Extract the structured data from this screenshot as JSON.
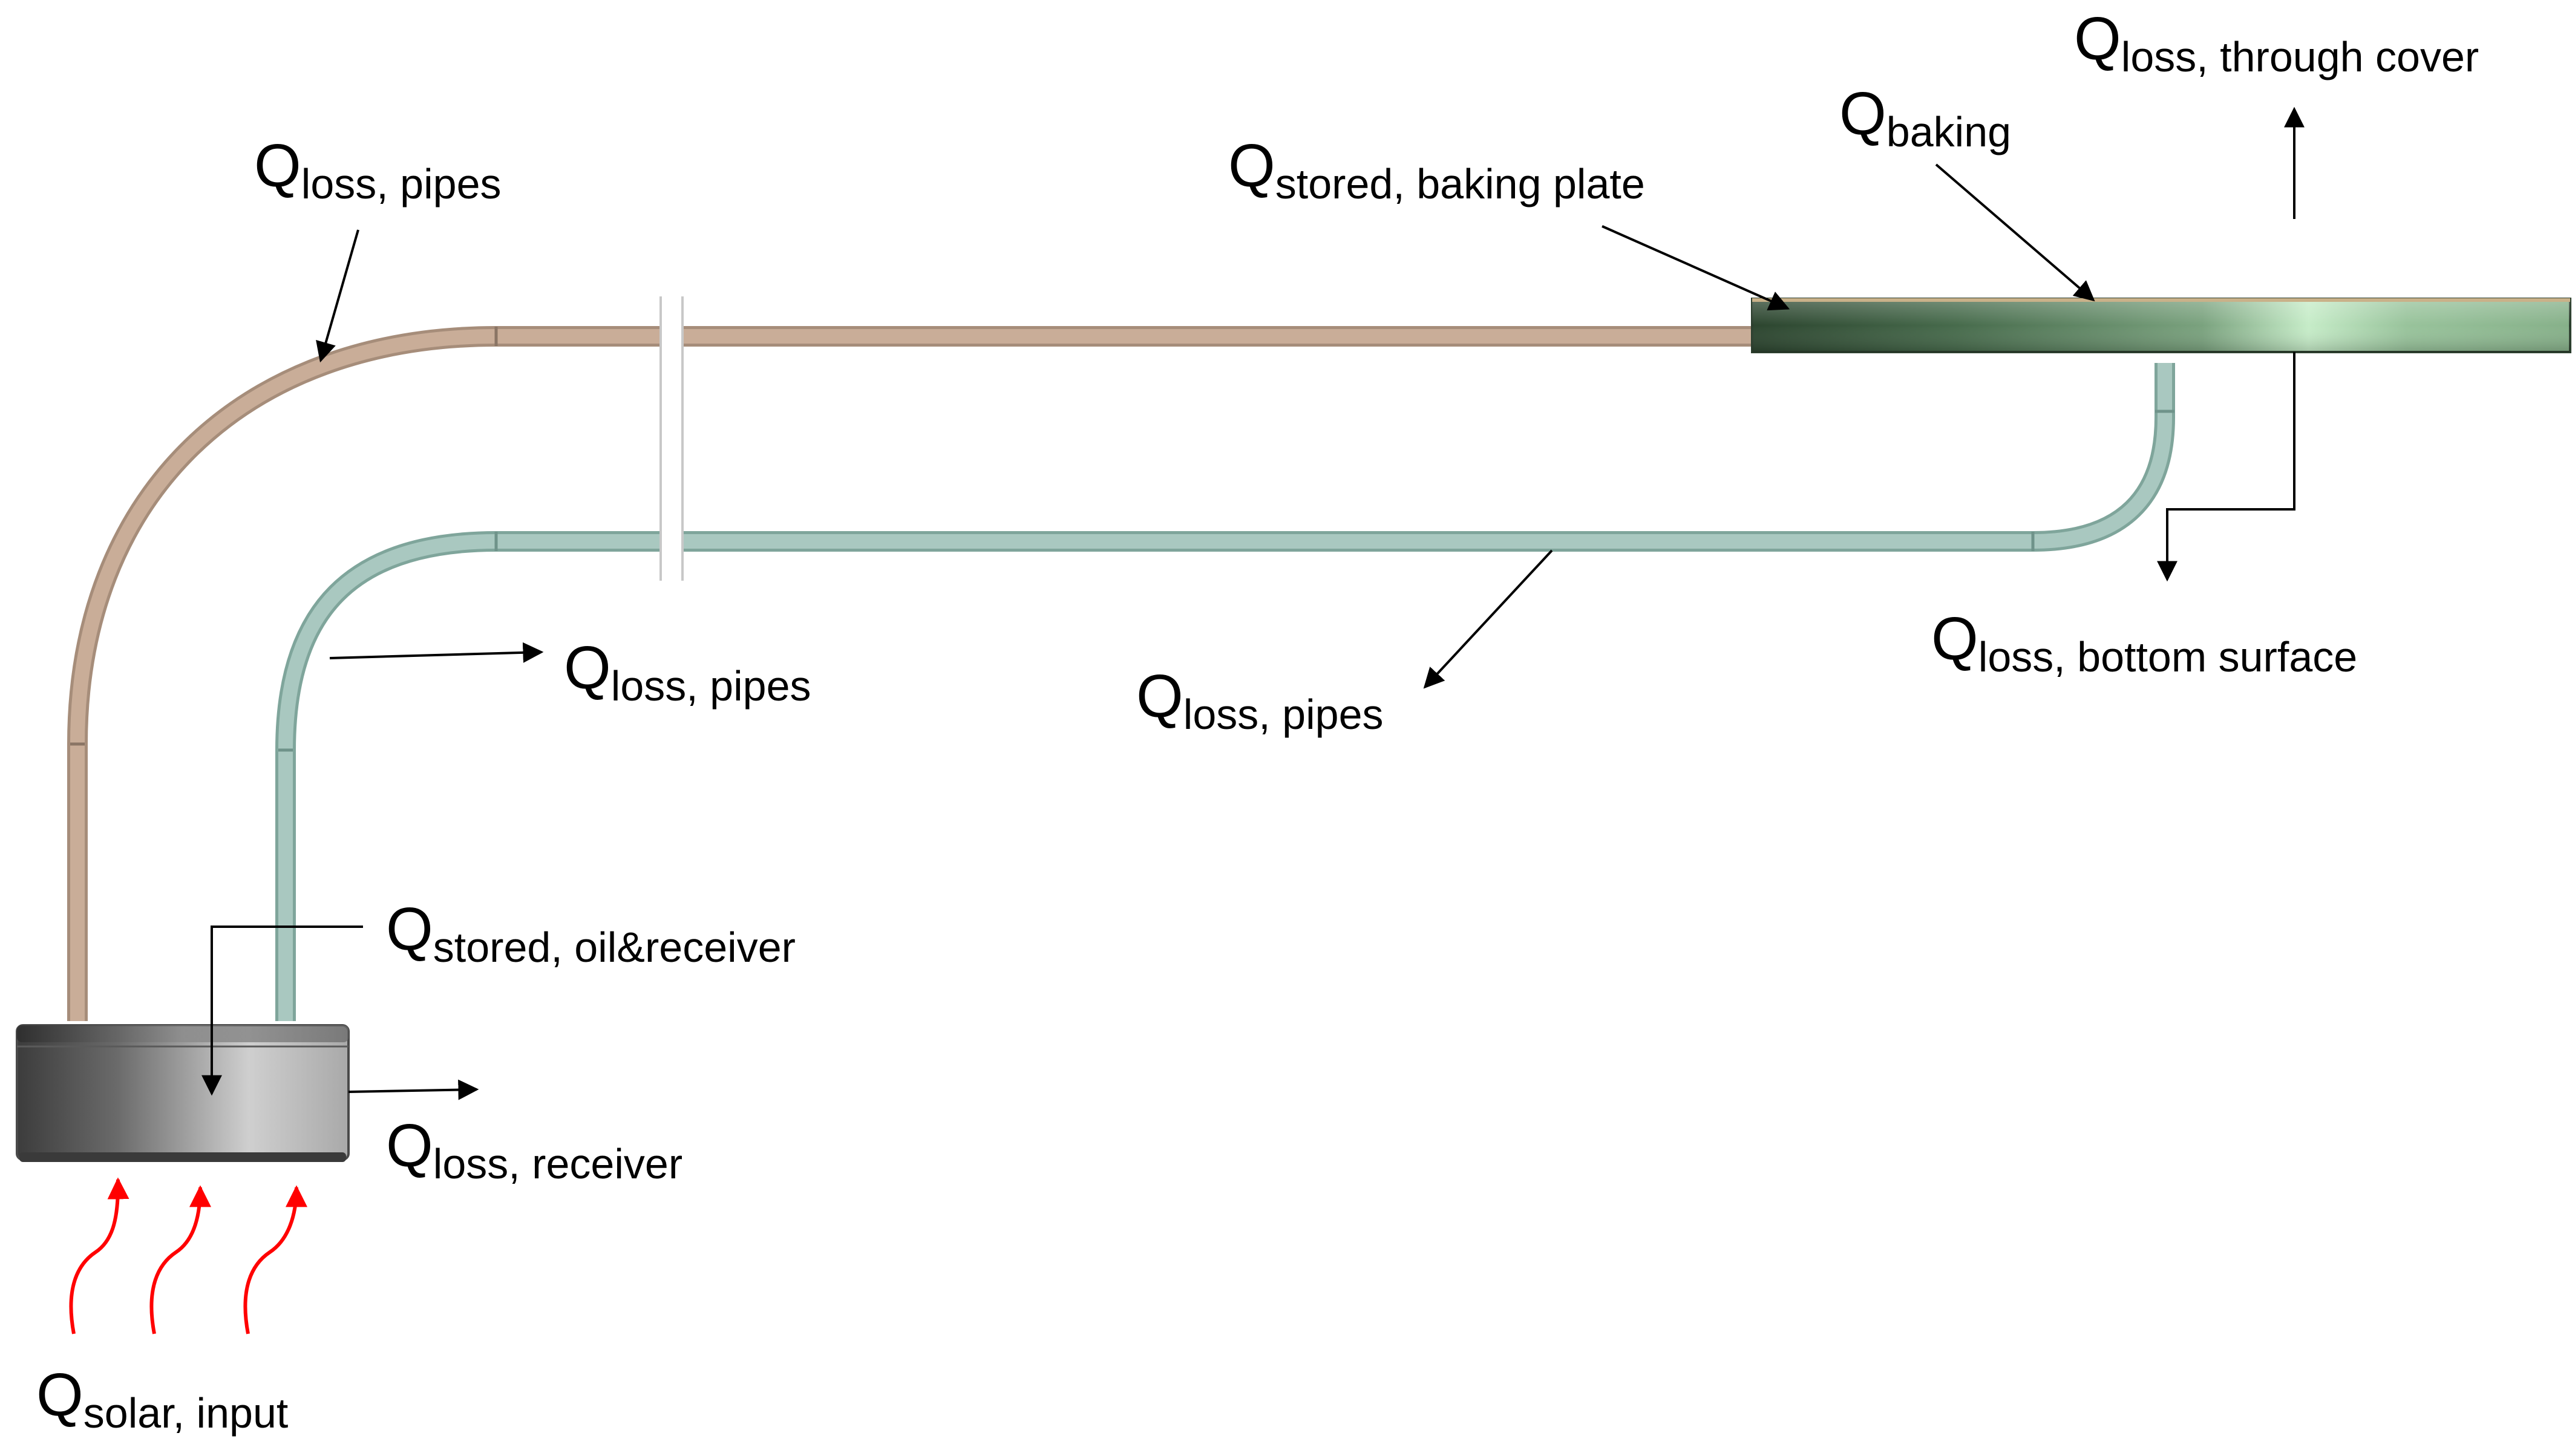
{
  "labels": {
    "loss_pipes_left": {
      "symbol": "Q",
      "subscript": "loss, pipes"
    },
    "loss_pipes_middle": {
      "symbol": "Q",
      "subscript": "loss, pipes"
    },
    "loss_pipes_right": {
      "symbol": "Q",
      "subscript": "loss, pipes"
    },
    "stored_baking_plate": {
      "symbol": "Q",
      "subscript": "stored, baking plate"
    },
    "baking": {
      "symbol": "Q",
      "subscript": "baking"
    },
    "loss_through_cover": {
      "symbol": "Q",
      "subscript": "loss, through  cover"
    },
    "loss_bottom_surface": {
      "symbol": "Q",
      "subscript": "loss, bottom surface"
    },
    "stored_oil_receiver": {
      "symbol": "Q",
      "subscript": "stored, oil&receiver"
    },
    "loss_receiver": {
      "symbol": "Q",
      "subscript": "loss, receiver"
    },
    "solar_input": {
      "symbol": "Q",
      "subscript": "solar, input"
    }
  },
  "colors": {
    "hot_pipe": "#c9ad98",
    "hot_pipe_edge": "#a68d7a",
    "cold_pipe": "#a9c8c0",
    "cold_pipe_edge": "#7fa59b",
    "plate_dark": "#2f4a34",
    "plate_light": "#c6ecc8",
    "receiver_dark": "#3a3a3a",
    "receiver_light": "#d8d8d8",
    "solar_arrow": "#ff0000",
    "annotation": "#000000"
  }
}
